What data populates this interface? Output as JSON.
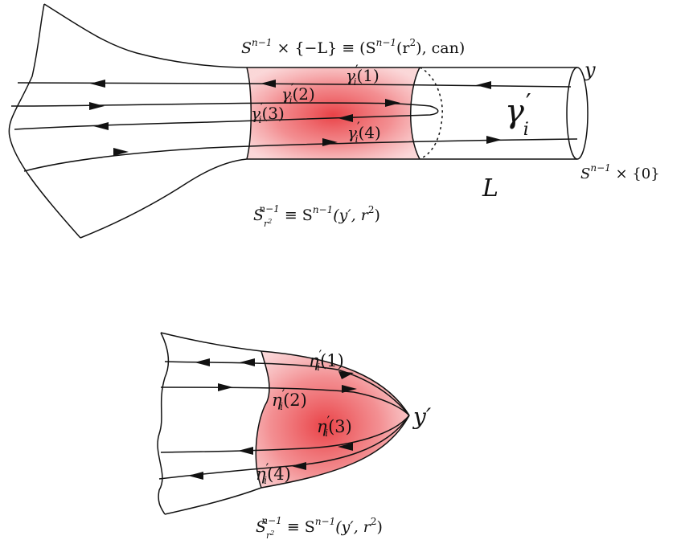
{
  "top": {
    "header_label": {
      "s": "S",
      "sup": "n−1",
      "rest": " × {−L} ≡ (S",
      "sup2": "n−1",
      "rest2": "(r",
      "sup3": "2",
      "rest3": "), can)"
    },
    "endpoint_label": "y",
    "fiber_label": {
      "main": "γ",
      "prime": "′",
      "sub": "i"
    },
    "length_label": "L",
    "zero_label": {
      "s": "S",
      "sup": "n−1",
      "rest": " × {0}"
    },
    "sphere_label": {
      "s": "S",
      "sub": "r",
      "subsup": "2",
      "sup": "n−1",
      "mid": " ≡ S",
      "sup2": "n−1",
      "rest": "(y′, r",
      "sup3": "2",
      "rest2": ")"
    },
    "paths": [
      {
        "main": "γ",
        "sub": "i",
        "arg": "(1)"
      },
      {
        "main": "γ",
        "sub": "i",
        "arg": "(2)"
      },
      {
        "main": "γ",
        "sub": "i",
        "arg": "(3)"
      },
      {
        "main": "γ",
        "sub": "i",
        "arg": "(4)"
      }
    ]
  },
  "bottom": {
    "tip_label": "y′",
    "sphere_label": {
      "s": "S",
      "sub": "r",
      "subsup": "2",
      "sup": "n−1",
      "mid": " ≡ S",
      "sup2": "n−1",
      "rest": "(y′, r",
      "sup3": "2",
      "rest2": ")"
    },
    "paths": [
      {
        "main": "η",
        "sub": "i",
        "arg": "(1)"
      },
      {
        "main": "η",
        "sub": "i",
        "arg": "(2)"
      },
      {
        "main": "η",
        "sub": "i",
        "arg": "(3)"
      },
      {
        "main": "η",
        "sub": "i",
        "arg": "(4)"
      }
    ]
  },
  "colors": {
    "shade": "#e8383d",
    "ink": "#111111"
  }
}
